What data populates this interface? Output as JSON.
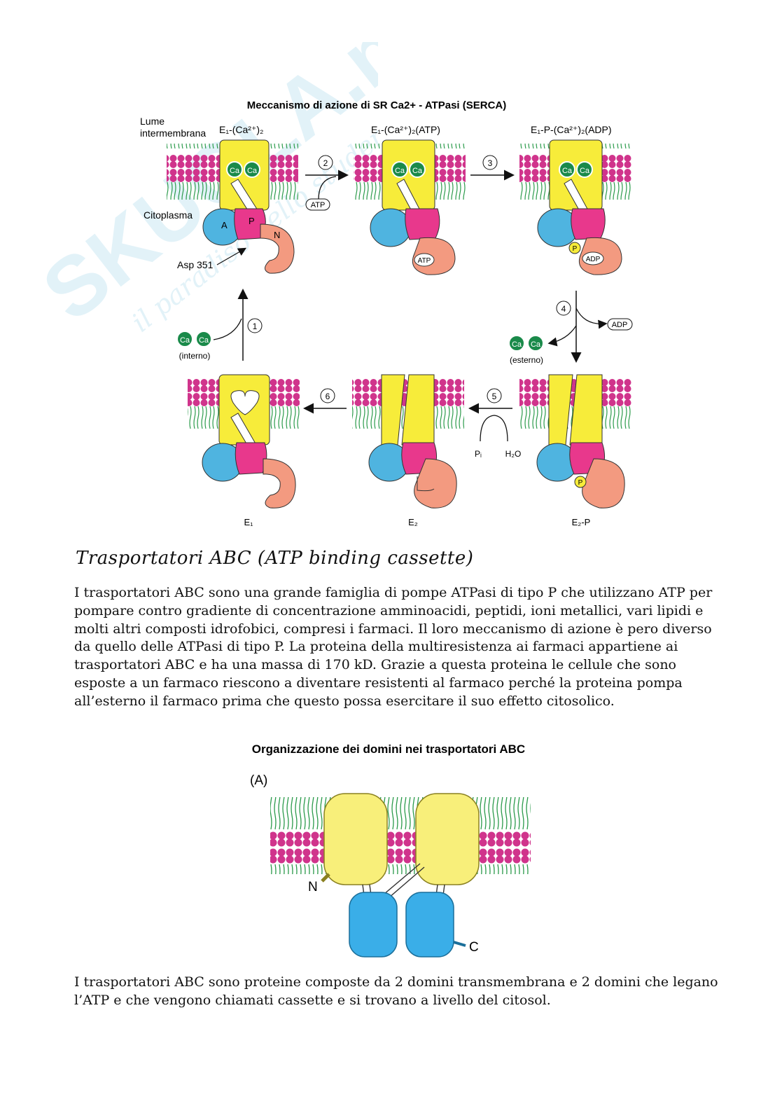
{
  "figure1": {
    "title": "Meccanismo di azione di SR Ca2+ - ATPasi  (SERCA)",
    "lume_label_1": "Lume",
    "lume_label_2": "intermembrana",
    "citoplasma_label": "Citoplasma",
    "asp_label": "Asp 351",
    "state_top_left": "E₁-(Ca²⁺)₂",
    "state_top_mid": "E₁-(Ca²⁺)₂(ATP)",
    "state_top_right": "E₁-P-(Ca²⁺)₂(ADP)",
    "state_bottom_left": "E₁",
    "state_bottom_mid": "E₂",
    "state_bottom_right": "E₂-P",
    "domain_a": "A",
    "domain_p": "P",
    "domain_n": "N",
    "ca": "Ca",
    "atp": "ATP",
    "adp": "ADP",
    "phospho": "P",
    "pi": "Pᵢ",
    "h2o": "H₂O",
    "interno": "(interno)",
    "esterno": "(esterno)",
    "steps": [
      "1",
      "2",
      "3",
      "4",
      "5",
      "6"
    ]
  },
  "section": {
    "heading": "Trasportatori ABC (ATP binding cassette)",
    "paragraph1": "I trasportatori ABC sono una grande famiglia di pompe ATPasi di tipo P che utilizzano ATP per pompare contro gradiente di concentrazione amminoacidi, peptidi, ioni metallici, vari lipidi e molti altri composti idrofobici, compresi i farmaci. Il loro meccanismo di azione è pero diverso da quello delle ATPasi di tipo P. La proteina della multiresistenza ai farmaci appartiene ai trasportatori ABC e ha una massa di 170 kD. Grazie a questa proteina le cellule che sono esposte a un farmaco riescono a diventare resistenti al farmaco perché la proteina pompa all’esterno il farmaco prima che questo possa esercitare il suo effetto citosolico.",
    "paragraph2": "I trasportatori ABC sono proteine composte da 2 domini transmembrana e 2 domini che legano l’ATP e che vengono chiamati cassette e si trovano a livello del citosol."
  },
  "figure2": {
    "title": "Organizzazione dei domini nei trasportatori ABC",
    "panel": "(A)",
    "n_label": "N",
    "c_label": "C"
  },
  "watermark": {
    "brand": "SKUOLA.net",
    "tagline": "il paradiso dello studente"
  },
  "colors": {
    "membrane_head": "#d0348c",
    "membrane_tail": "#2a9a4a",
    "transmembrane": "#f7ec3a",
    "domain_a": "#4fb4e0",
    "domain_p": "#e8388c",
    "domain_n": "#f39a80",
    "calcium": "#1a8a4a",
    "abc_tm": "#f8ef7a",
    "abc_nbd": "#3aaee8"
  }
}
